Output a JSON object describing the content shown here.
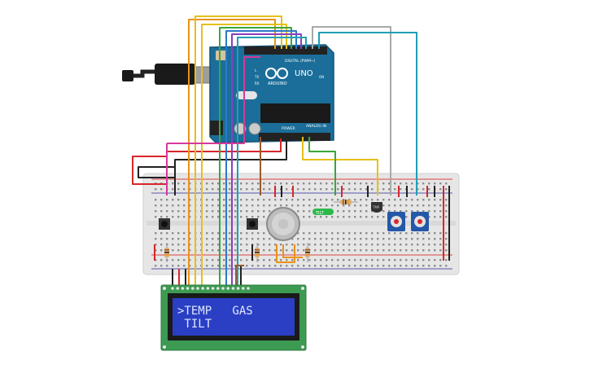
{
  "arduino": {
    "brand": "ARDUINO",
    "model": "UNO",
    "digital_label": "DIGITAL (PWM~)",
    "power_label": "POWER",
    "analog_label": "ANALOG IN",
    "on_label": "ON",
    "leds": [
      "L",
      "TX",
      "RX"
    ],
    "board_color": "#1b6e9a"
  },
  "lcd": {
    "line1": ">TEMP   GAS",
    "line2": " TILT",
    "pcb_color": "#3d9a52",
    "screen_color": "#2a3fc4",
    "text_color": "#dfe7ff"
  },
  "components": {
    "tilt_sensor_label": "TILT",
    "temp_sensor_label": "TMP",
    "gas_sensor": "gas-sensor",
    "buttons": 2,
    "potentiometers": 2
  },
  "wires": {
    "colors": {
      "red": "#d8262b",
      "black": "#222222",
      "orange": "#e8931a",
      "yellow": "#e6c019",
      "green": "#3aa63a",
      "blue": "#2b79c9",
      "purple": "#8b3fbf",
      "pink": "#d63a9a",
      "teal": "#1f9fb5",
      "gray": "#a8a8a8",
      "brown": "#9a5a2a"
    }
  }
}
